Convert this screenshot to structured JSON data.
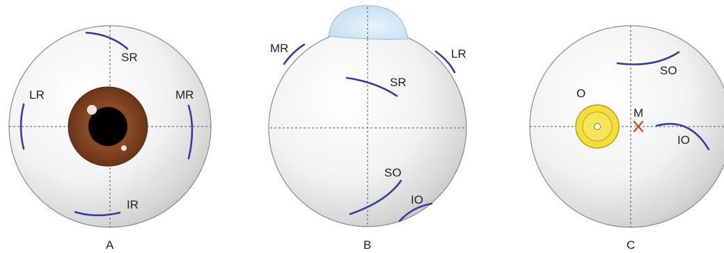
{
  "panels": {
    "a": {
      "letter": "A",
      "labels": {
        "sr": "SR",
        "lr": "LR",
        "mr": "MR",
        "ir": "IR"
      }
    },
    "b": {
      "letter": "B",
      "labels": {
        "mr": "MR",
        "lr": "LR",
        "sr": "SR",
        "so": "SO",
        "io": "IO"
      }
    },
    "c": {
      "letter": "C",
      "labels": {
        "o": "O",
        "m": "M",
        "so": "SO",
        "io": "IO"
      }
    }
  },
  "colors": {
    "muscle": "#3b3a9a",
    "iris": "#7a3d1e",
    "optic_nerve": "#f0dc3a",
    "marker": "#d84a2a",
    "cornea": "#cfe6f3"
  }
}
